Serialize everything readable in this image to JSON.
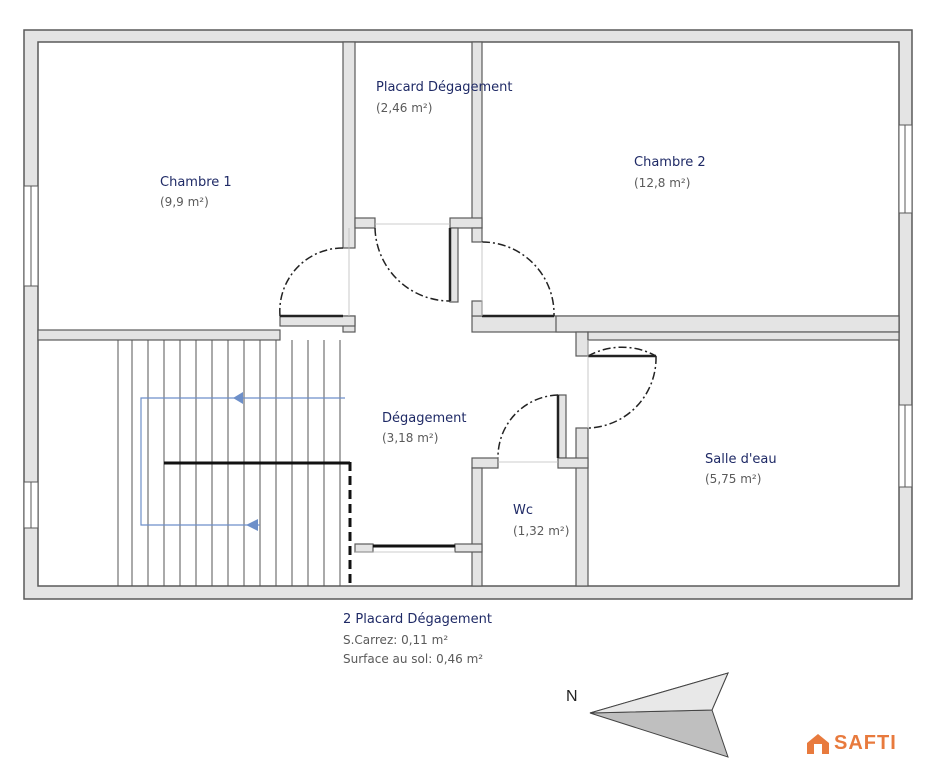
{
  "rooms": [
    {
      "name": "Chambre 1",
      "area": "(9,9 m²)"
    },
    {
      "name": "Placard Dégagement",
      "area": "(2,46 m²)"
    },
    {
      "name": "Chambre 2",
      "area": "(12,8 m²)"
    },
    {
      "name": "Dégagement",
      "area": "(3,18 m²)"
    },
    {
      "name": "Salle d'eau",
      "area": "(5,75 m²)"
    },
    {
      "name": "Wc",
      "area": "(1,32 m²)"
    }
  ],
  "extra": {
    "title": "2 Placard Dégagement",
    "carrez": "S.Carrez: 0,11 m²",
    "floor": "Surface au sol: 0,46 m²"
  },
  "compass": {
    "label": "N"
  },
  "brand": {
    "name": "SAFTI",
    "color": "#e87a3d"
  },
  "colors": {
    "wall_fill": "#e4e4e4",
    "wall_stroke": "#5a5a5a",
    "label": "#1f2a66",
    "stair_arrow": "#6d8fc9"
  }
}
